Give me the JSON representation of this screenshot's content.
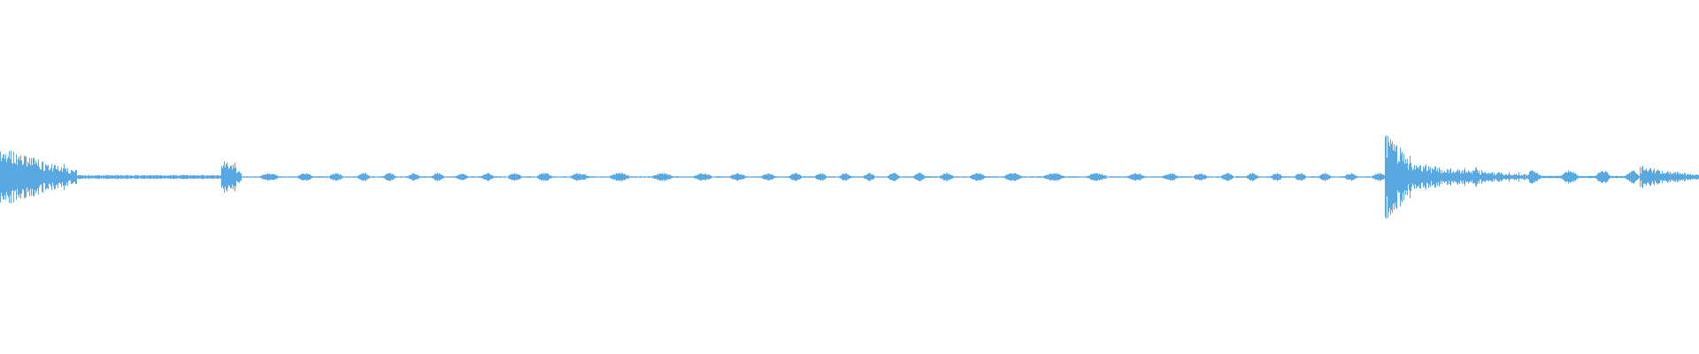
{
  "waveform": {
    "color": "#5aa8e2",
    "background": "#ffffff",
    "segments": [
      {
        "start": 0.0,
        "end": 0.045,
        "amp": 0.17,
        "kind": "burst"
      },
      {
        "start": 0.045,
        "end": 0.13,
        "amp": 0.012,
        "kind": "quiet"
      },
      {
        "start": 0.13,
        "end": 0.142,
        "amp": 0.13,
        "kind": "burst"
      },
      {
        "start": 0.142,
        "end": 0.815,
        "amp": 0.022,
        "kind": "speech"
      },
      {
        "start": 0.815,
        "end": 0.835,
        "amp": 0.26,
        "kind": "burst"
      },
      {
        "start": 0.835,
        "end": 0.9,
        "amp": 0.07,
        "kind": "burst"
      },
      {
        "start": 0.9,
        "end": 0.965,
        "amp": 0.035,
        "kind": "speech"
      },
      {
        "start": 0.965,
        "end": 1.0,
        "amp": 0.06,
        "kind": "burst"
      }
    ]
  }
}
